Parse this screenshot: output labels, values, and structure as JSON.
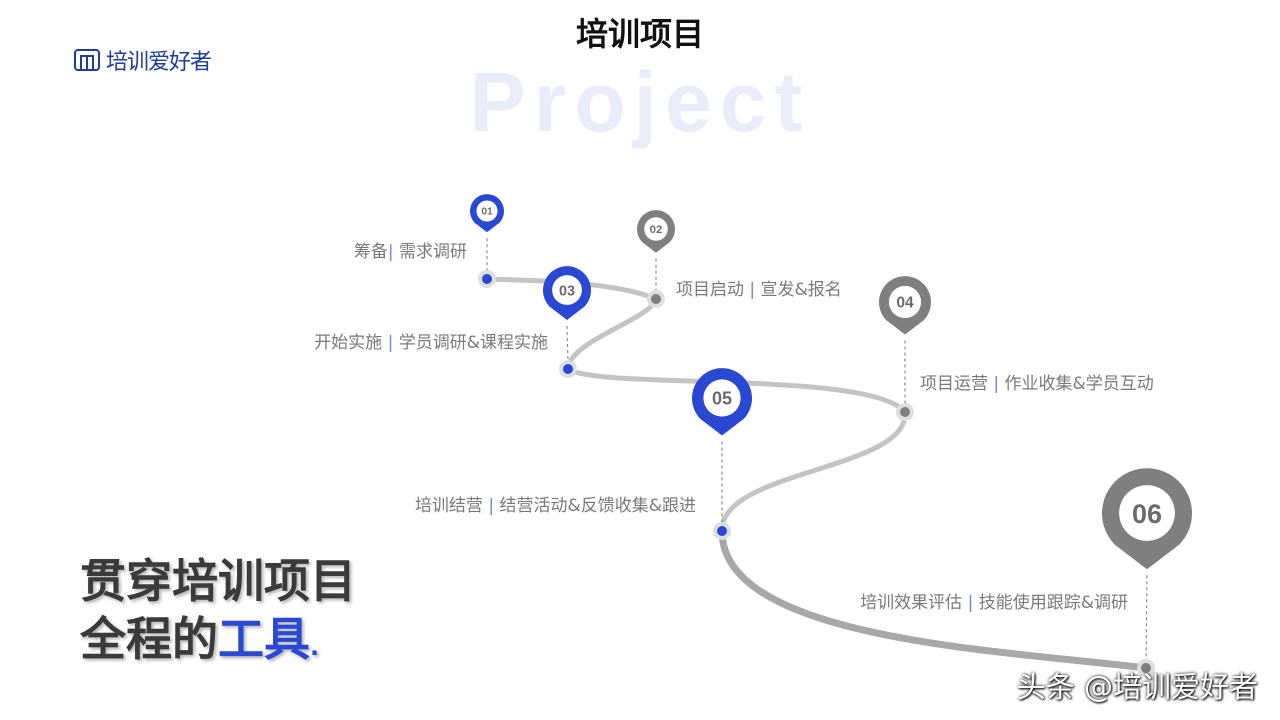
{
  "logo": {
    "text": "培训爱好者"
  },
  "header": {
    "bg_word": "Project",
    "title": "培训项目"
  },
  "steps": [
    {
      "num": "01",
      "stage": "筹备",
      "detail": "需求调研",
      "color": "#2b48d3"
    },
    {
      "num": "02",
      "stage": "项目启动",
      "detail": "宣发&报名",
      "color": "#7f7f7f"
    },
    {
      "num": "03",
      "stage": "开始实施",
      "detail": "学员调研&课程实施",
      "color": "#2b48d3"
    },
    {
      "num": "04",
      "stage": "项目运营",
      "detail": "作业收集&学员互动",
      "color": "#7f7f7f"
    },
    {
      "num": "05",
      "stage": "培训结营",
      "detail": "结营活动&反馈收集&跟进",
      "color": "#2b48d3"
    },
    {
      "num": "06",
      "stage": "培训效果评估",
      "detail": "技能使用跟踪&调研",
      "color": "#7f7f7f"
    }
  ],
  "separator": "|",
  "slogan": {
    "line1": "贯穿培训项目",
    "line2_prefix": "全程的",
    "line2_accent": "工具",
    "line2_suffix": "."
  },
  "watermark": "头条 @培训爱好者"
}
